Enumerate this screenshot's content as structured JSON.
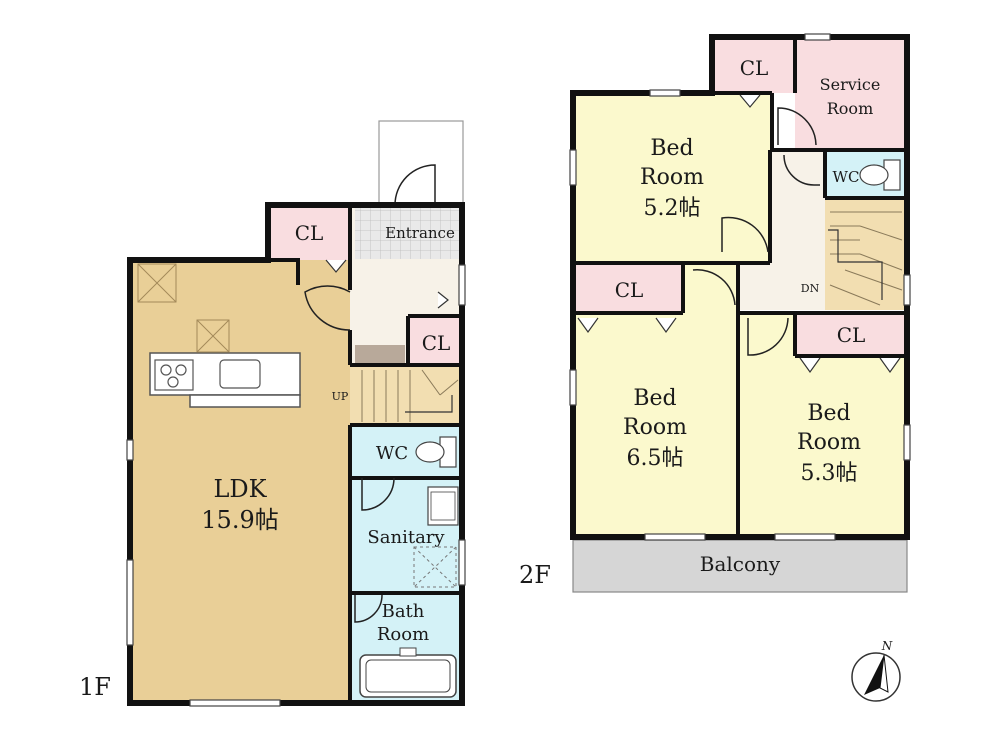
{
  "floors": {
    "first": {
      "label": "1F",
      "rooms": {
        "ldk": {
          "name": "LDK",
          "size": "15.9帖"
        },
        "entrance": {
          "name": "Entrance"
        },
        "cl_top": {
          "name": "CL"
        },
        "cl_mid": {
          "name": "CL"
        },
        "wc": {
          "name": "WC"
        },
        "sanitary": {
          "name": "Sanitary"
        },
        "bath": {
          "line1": "Bath",
          "line2": "Room"
        },
        "stairs": {
          "label": "UP"
        }
      }
    },
    "second": {
      "label": "2F",
      "rooms": {
        "bed_a": {
          "line1": "Bed",
          "line2": "Room",
          "size": "5.2帖"
        },
        "bed_b": {
          "line1": "Bed",
          "line2": "Room",
          "size": "6.5帖"
        },
        "bed_c": {
          "line1": "Bed",
          "line2": "Room",
          "size": "5.3帖"
        },
        "service": {
          "line1": "Service",
          "line2": "Room"
        },
        "cl_top": {
          "name": "CL"
        },
        "cl_left": {
          "name": "CL"
        },
        "cl_right": {
          "name": "CL"
        },
        "wc": {
          "name": "WC"
        },
        "balcony": {
          "name": "Balcony"
        },
        "stairs": {
          "label": "DN"
        }
      }
    }
  },
  "compass": {
    "label": "N"
  },
  "colors": {
    "ldk": "#e9cf97",
    "bedroom": "#fbf9cd",
    "closet": "#f9dde0",
    "wet": "#d4f2f7",
    "hall": "#f7f2e8",
    "stairs": "#f2deb1",
    "balcony": "#d6d6d6",
    "entrance_tile": "#e8e8e8"
  }
}
